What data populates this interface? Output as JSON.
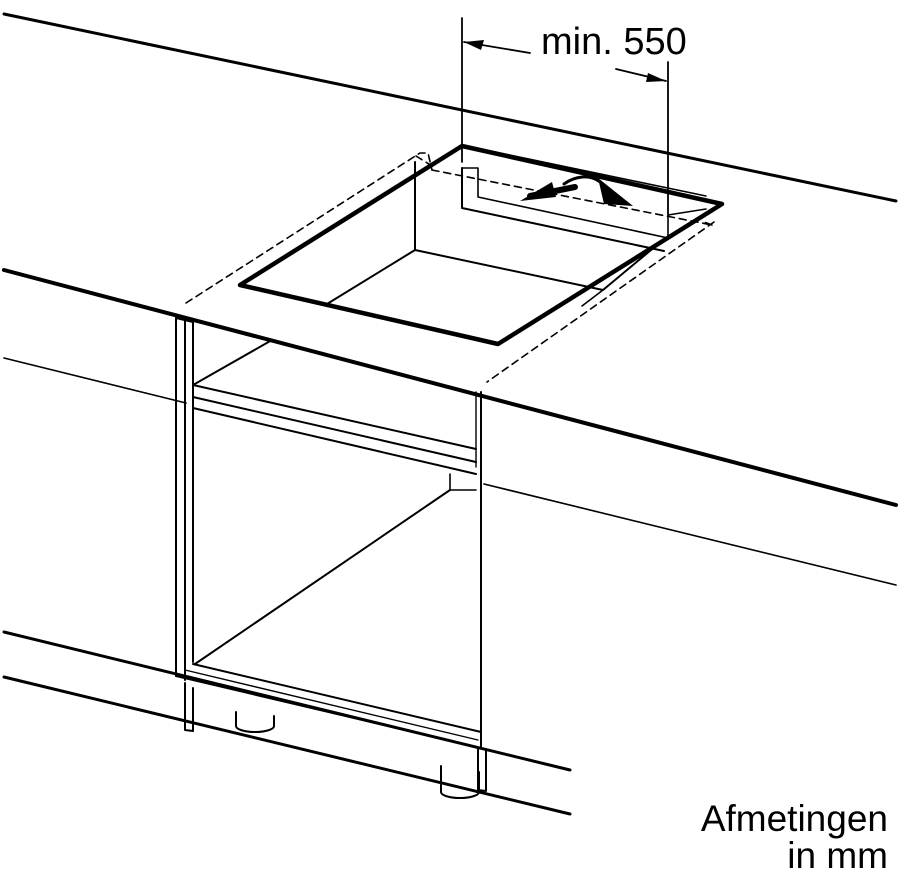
{
  "dimension": {
    "label": "min. 550"
  },
  "units_note": {
    "line1": "Afmetingen",
    "line2": "in mm"
  }
}
